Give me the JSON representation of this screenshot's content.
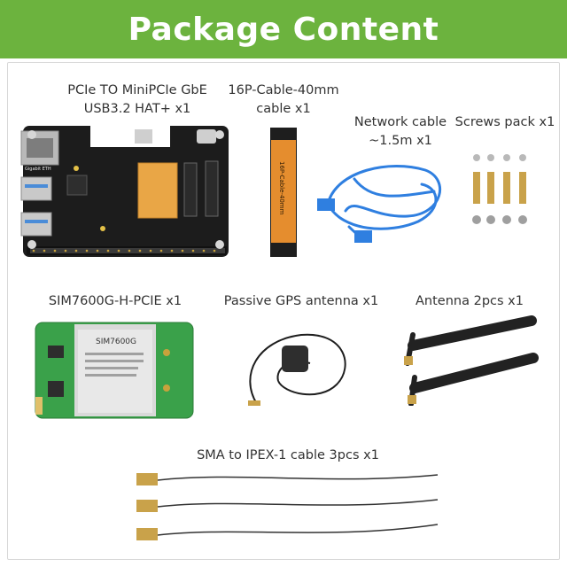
{
  "header": {
    "title": "Package Content"
  },
  "items": [
    {
      "label": "PCIe TO MiniPCIe GbE",
      "label2": "USB3.2 HAT+ x1",
      "silkscreen": "Gigabit ETH"
    },
    {
      "label": "16P-Cable-40mm",
      "label2": "cable x1",
      "printed": "16P-Cable-40mm"
    },
    {
      "label": "Network cable",
      "label2": "~1.5m x1"
    },
    {
      "label": "Screws pack x1"
    },
    {
      "label": "SIM7600G-H-PCIE x1",
      "module_text": "SIM7600G"
    },
    {
      "label": "Passive GPS antenna x1"
    },
    {
      "label": "Antenna 2pcs x1"
    },
    {
      "label": "SMA to IPEX-1 cable 3pcs x1"
    }
  ],
  "colors": {
    "header_bg": "#6cb33e",
    "pcb": "#1c1c1c",
    "module": "#3aa14a",
    "cable_blue": "#2f7fe0",
    "gold": "#c9a24a"
  }
}
